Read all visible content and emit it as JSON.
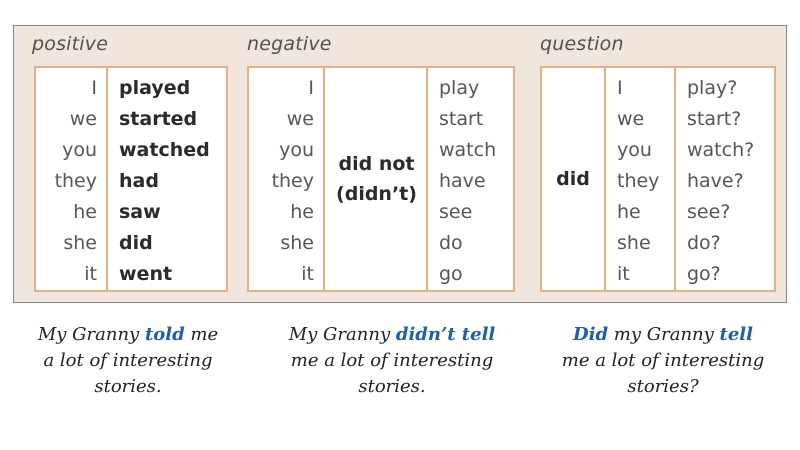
{
  "headings": {
    "positive": "positive",
    "negative": "negative",
    "question": "question"
  },
  "positive": {
    "pronouns": [
      "I",
      "we",
      "you",
      "they",
      "he",
      "she",
      "it"
    ],
    "verbs": [
      "played",
      "started",
      "watched",
      "had",
      "saw",
      "did",
      "went"
    ]
  },
  "negative": {
    "pronouns": [
      "I",
      "we",
      "you",
      "they",
      "he",
      "she",
      "it"
    ],
    "aux": "did not",
    "aux_short": "(didn’t)",
    "verbs": [
      "play",
      "start",
      "watch",
      "have",
      "see",
      "do",
      "go"
    ]
  },
  "question": {
    "aux": "did",
    "pronouns": [
      "I",
      "we",
      "you",
      "they",
      "he",
      "she",
      "it"
    ],
    "verbs": [
      "play?",
      "start?",
      "watch?",
      "have?",
      "see?",
      "do?",
      "go?"
    ]
  },
  "examples": {
    "positive": {
      "a": "My Granny ",
      "b": "told",
      "c": " me",
      "d": "a lot of interesting",
      "e": "stories."
    },
    "negative": {
      "a": "My Granny ",
      "b": "didn’t tell",
      "c": "me a lot of interesting",
      "d": "stories."
    },
    "question": {
      "a": "Did",
      "b": " my Granny ",
      "c": "tell",
      "d": "me a lot of interesting",
      "e": "stories?"
    }
  }
}
